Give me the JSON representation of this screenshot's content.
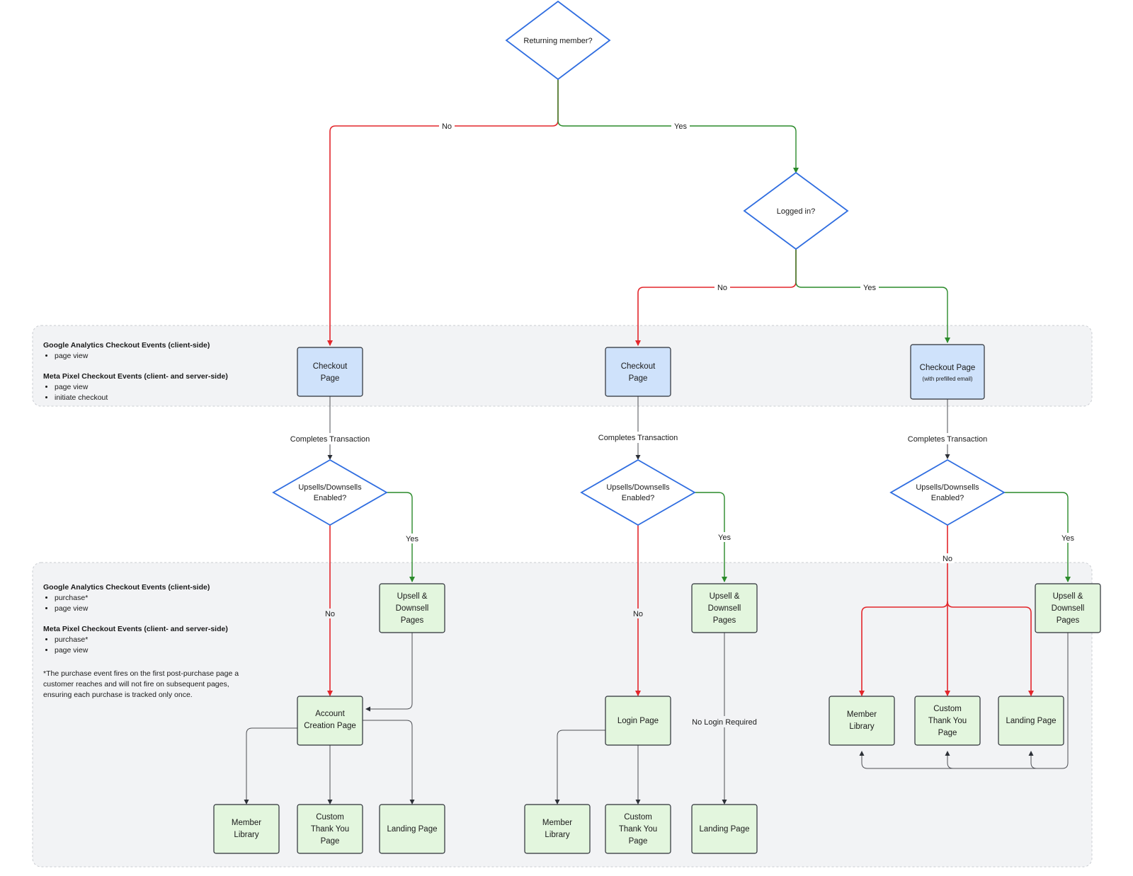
{
  "nodes": {
    "returning_member": "Returning member?",
    "logged_in": "Logged in?",
    "checkout_1": [
      "Checkout",
      "Page"
    ],
    "checkout_2": [
      "Checkout",
      "Page"
    ],
    "checkout_3": [
      "Checkout Page",
      "(with prefilled email)"
    ],
    "upsell_decision": [
      "Upsells/Downsells",
      "Enabled?"
    ],
    "upsell_pages": [
      "Upsell &",
      "Downsell",
      "Pages"
    ],
    "account_creation": [
      "Account",
      "Creation Page"
    ],
    "login_page": "Login Page",
    "member_library": [
      "Member",
      "Library"
    ],
    "custom_thank_you": [
      "Custom",
      "Thank You",
      "Page"
    ],
    "landing_page": "Landing Page"
  },
  "edge_labels": {
    "no": "No",
    "yes": "Yes",
    "completes_transaction": "Completes Transaction",
    "no_login_required": "No Login Required"
  },
  "panel_top": {
    "ga_heading": "Google Analytics Checkout Events (client-side)",
    "ga_items": [
      "page view"
    ],
    "meta_heading": "Meta Pixel Checkout Events (client- and server-side)",
    "meta_items": [
      "page view",
      "initiate checkout"
    ]
  },
  "panel_bottom": {
    "ga_heading": "Google Analytics Checkout Events (client-side)",
    "ga_items": [
      "purchase*",
      "page view"
    ],
    "meta_heading": "Meta Pixel Checkout Events (client- and server-side)",
    "meta_items": [
      "purchase*",
      "page view"
    ],
    "footnote": "*The purchase event fires on the first post-purchase page a customer reaches and will not fire on subsequent pages, ensuring each purchase is tracked only once."
  },
  "colors": {
    "no_edge": "#e3262b",
    "yes_edge": "#2a8a2a",
    "decision_border": "#2f6de0",
    "checkout_fill": "#cfe2fb",
    "destination_fill": "#e3f6de"
  }
}
